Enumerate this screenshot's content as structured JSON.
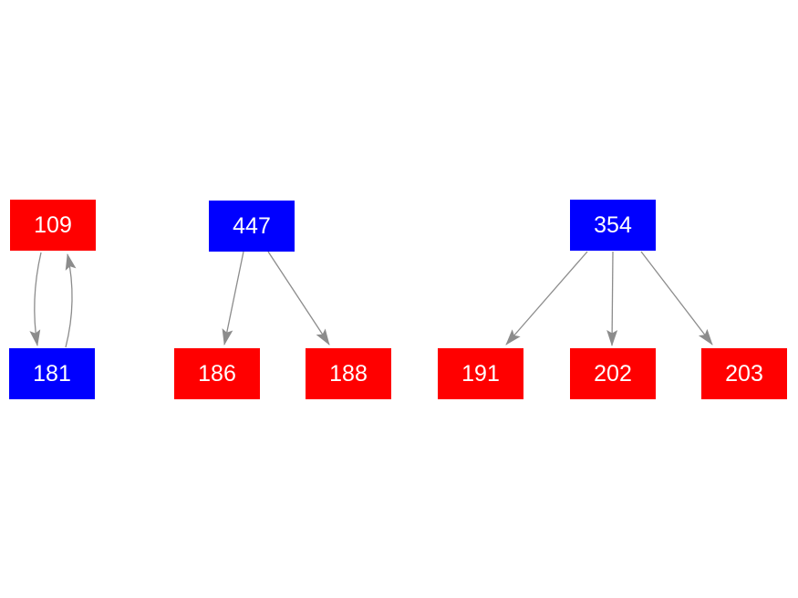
{
  "diagram": {
    "type": "directed-graph",
    "background_color": "#ffffff",
    "node_fill_red": "#ff0000",
    "node_fill_blue": "#0000ff",
    "node_text_color": "#ffffff",
    "edge_color": "#8c8c8c",
    "nodes": [
      {
        "id": "109",
        "label": "109",
        "color": "red"
      },
      {
        "id": "181",
        "label": "181",
        "color": "blue"
      },
      {
        "id": "447",
        "label": "447",
        "color": "blue"
      },
      {
        "id": "186",
        "label": "186",
        "color": "red"
      },
      {
        "id": "188",
        "label": "188",
        "color": "red"
      },
      {
        "id": "354",
        "label": "354",
        "color": "blue"
      },
      {
        "id": "191",
        "label": "191",
        "color": "red"
      },
      {
        "id": "202",
        "label": "202",
        "color": "red"
      },
      {
        "id": "203",
        "label": "203",
        "color": "red"
      }
    ],
    "edges": [
      {
        "from": "109",
        "to": "181",
        "curved": true
      },
      {
        "from": "181",
        "to": "109",
        "curved": true
      },
      {
        "from": "447",
        "to": "186",
        "curved": false
      },
      {
        "from": "447",
        "to": "188",
        "curved": false
      },
      {
        "from": "354",
        "to": "191",
        "curved": false
      },
      {
        "from": "354",
        "to": "202",
        "curved": false
      },
      {
        "from": "354",
        "to": "203",
        "curved": false
      }
    ]
  }
}
